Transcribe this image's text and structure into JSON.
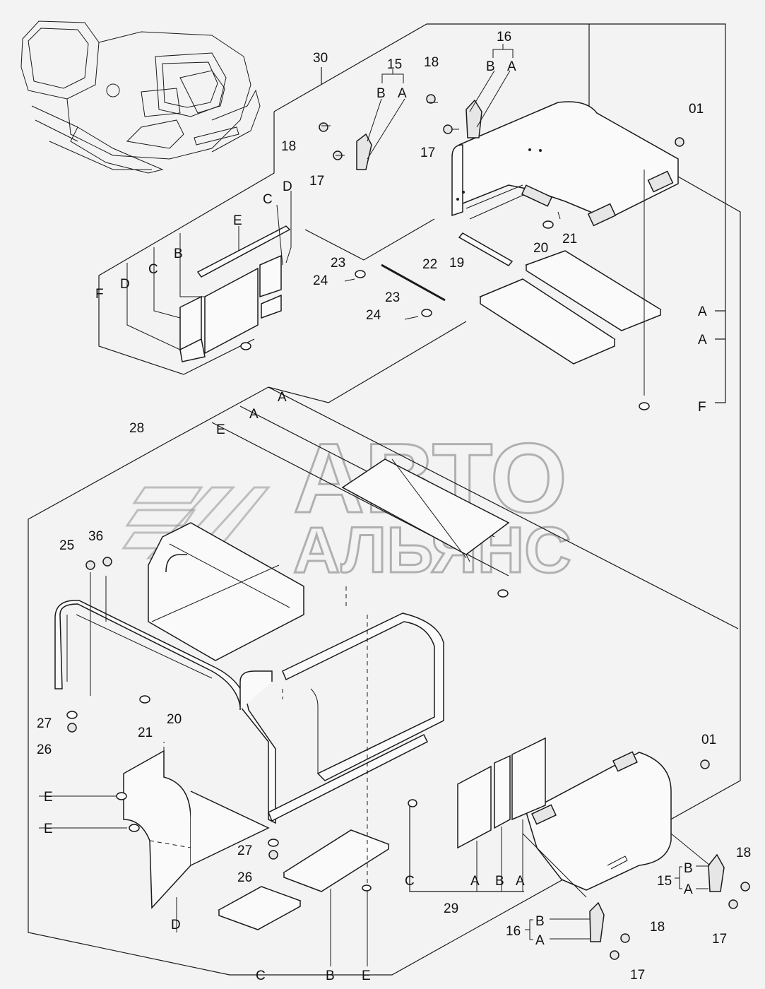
{
  "callouts": {
    "c30": "30",
    "c15a": "15",
    "c16a": "16",
    "c18a": "18",
    "c18b": "18",
    "c17a": "17",
    "c17b": "17",
    "c01a": "01",
    "c23a": "23",
    "c24a": "24",
    "c22": "22",
    "c19": "19",
    "c23b": "23",
    "c24b": "24",
    "c20a": "20",
    "c21a": "21",
    "c28": "28",
    "c25": "25",
    "c36": "36",
    "c27a": "27",
    "c26a": "26",
    "c21b": "21",
    "c20b": "20",
    "c27b": "27",
    "c26b": "26",
    "c01b": "01",
    "c18c": "18",
    "c15b": "15",
    "c17c": "17",
    "c16b": "16",
    "c18d": "18",
    "c17d": "17",
    "c29": "29"
  },
  "letters": {
    "l15B": "B",
    "l15A": "A",
    "l16B": "B",
    "l16A": "A",
    "lD1": "D",
    "lC1": "C",
    "lE1": "E",
    "lB1": "B",
    "lC2": "C",
    "lD2": "D",
    "lF1": "F",
    "lA1": "A",
    "lA2": "A",
    "lF2": "F",
    "lA3": "A",
    "lA4": "A",
    "lE2": "E",
    "lE3": "E",
    "lE4": "E",
    "lD3": "D",
    "lC3": "C",
    "lB2": "B",
    "lE5": "E",
    "lC4": "C",
    "lA5": "A",
    "lB3": "B",
    "lA6": "A",
    "l15B2": "B",
    "l15A2": "A",
    "l16B2": "B",
    "l16A2": "A"
  },
  "watermark": {
    "line1": "АВТО",
    "line2": "АЛЬЯНС"
  },
  "icons": {
    "logo": "avto-alyans-logo-icon",
    "machine": "excavator-overview-icon"
  }
}
